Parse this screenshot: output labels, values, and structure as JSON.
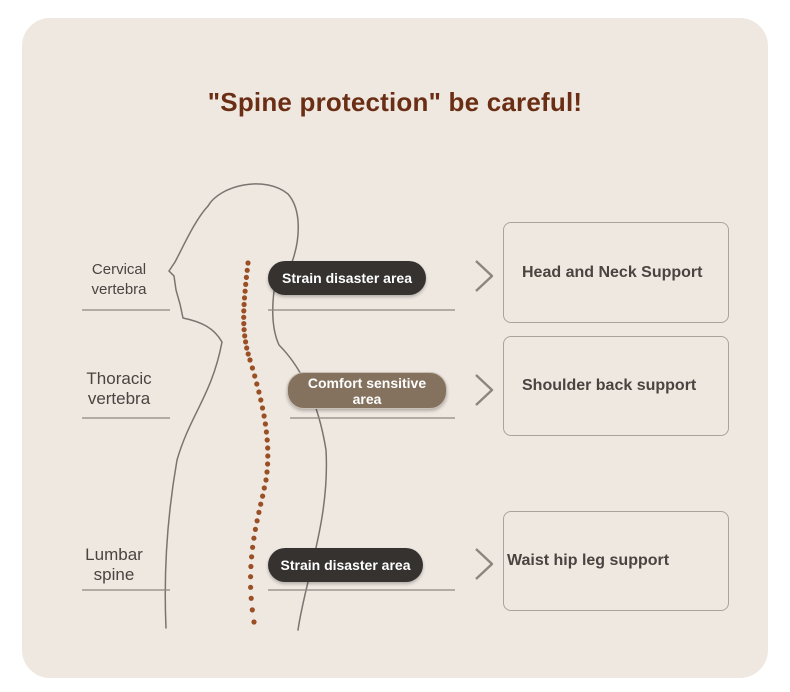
{
  "title": "\"Spine protection\" be careful!",
  "colors": {
    "card_bg": "#efe8e1",
    "title": "#6a2e14",
    "spine_dots": "#9a4f25",
    "pill_dark": "#353230",
    "pill_brown": "#84725f",
    "outline": "#7a7470"
  },
  "regions": [
    {
      "label_line1": "Cervical",
      "label_line2": "vertebra",
      "pill_text": "Strain disaster area",
      "pill_style": "dark",
      "support": "Head and Neck Support"
    },
    {
      "label_line1": "Thoracic",
      "label_line2": "vertebra",
      "pill_text": "Comfort sensitive area",
      "pill_style": "brown",
      "support": "Shoulder back support"
    },
    {
      "label_line1": "Lumbar",
      "label_line2": "spine",
      "pill_text": "Strain disaster area",
      "pill_style": "dark",
      "support": "Waist hip leg support"
    }
  ],
  "icons": {
    "arrow": "chevron-right-icon",
    "figure": "human-silhouette-icon",
    "spine": "spine-dots-icon"
  }
}
